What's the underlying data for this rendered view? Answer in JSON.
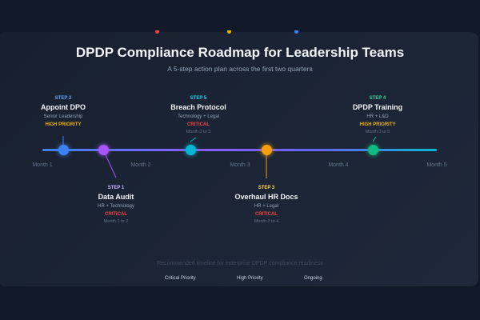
{
  "title": "DPDP Compliance Roadmap for Leadership Teams",
  "subtitle": "A 5-step action plan across the first two quarters",
  "months": [
    "Month 1",
    "Month 2",
    "Month 3",
    "Month 4",
    "Month 5"
  ],
  "steps": [
    {
      "step": "STEP 1",
      "title": "Data Audit",
      "owner": "HR + Technology",
      "priority": "CRITICAL",
      "duration": "Month 1 to 2",
      "color": "#a855f7"
    },
    {
      "step": "STEP 2",
      "title": "Appoint DPO",
      "owner": "Senior Leadership",
      "priority": "HIGH PRIORITY",
      "duration": "",
      "color": "#3b82f6"
    },
    {
      "step": "STEP 3",
      "title": "Overhaul HR Docs",
      "owner": "HR + Legal",
      "priority": "CRITICAL",
      "duration": "Month 2 to 4",
      "color": "#f59e0b"
    },
    {
      "step": "STEP 4",
      "title": "DPDP Training",
      "owner": "HR + L&D",
      "priority": "HIGH PRIORITY",
      "duration": "Month 3 to 5",
      "color": "#10b981"
    },
    {
      "step": "STEP 5",
      "title": "Breach Protocol",
      "owner": "Technology + Legal",
      "priority": "CRITICAL",
      "duration": "Month 2 to 3",
      "color": "#06b6d4"
    }
  ],
  "colors": {
    "critical": "#ef4444",
    "high": "#eab308",
    "ongoing": "#3b82f6"
  },
  "footer": "Recommended timeline for enterprise DPDP compliance readiness",
  "legend": [
    "Critical Priority",
    "High Priority",
    "Ongoing"
  ]
}
